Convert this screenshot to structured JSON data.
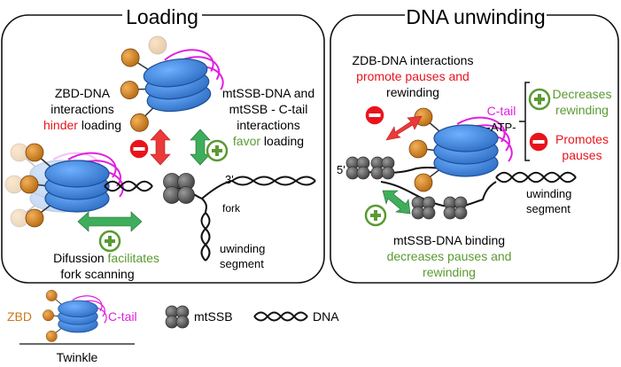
{
  "panels": {
    "loading": {
      "title": "Loading"
    },
    "unwinding": {
      "title": "DNA unwinding"
    }
  },
  "loading_labels": {
    "zbd_line1": "ZBD-DNA",
    "zbd_line2": "interactions",
    "zbd_effect": "hinder",
    "zbd_line3_suffix": " loading",
    "mtssb_line1": "mtSSB-DNA and",
    "mtssb_line2": "mtSSB - C-tail",
    "mtssb_line3": "interactions",
    "mtssb_effect": "favor",
    "mtssb_line4_suffix": " loading",
    "prime3": "3'",
    "fork": "fork",
    "uwinding": "uwinding",
    "segment": "segment",
    "diffusion": "Difussion ",
    "diffusion_effect": "facilitates",
    "fork_scanning": "fork scanning"
  },
  "unwinding_labels": {
    "zdb_line1": "ZDB-DNA interactions",
    "zdb_line2": "promote pauses and",
    "zdb_line3": "rewinding",
    "ctail": "C-tail",
    "atp": "-ATP-",
    "decreases": "Decreases",
    "rewinding_green": "rewinding",
    "promotes": "Promotes",
    "pauses_red": "pauses",
    "prime5": "5'",
    "uwinding": "uwinding",
    "segment": "segment",
    "binding_line1": "mtSSB-DNA binding",
    "binding_line2": "decreases pauses and",
    "binding_line3": "rewinding"
  },
  "legend": {
    "zbd": "ZBD",
    "ctail": "C-tail",
    "mtssb": "mtSSB",
    "dna": "DNA",
    "twinkle": "Twinkle"
  },
  "colors": {
    "red": "#e8141c",
    "green": "#5a9a32",
    "magenta": "#e020e0",
    "hexamer_blue": "#3a7fd5",
    "zbd_orange": "#c87a1c",
    "ssb_gray": "#6b6b6b",
    "arrow_red": "#ea3a3a",
    "arrow_green": "#3fae5a"
  },
  "icons": [
    "minus-circle-icon",
    "plus-circle-icon",
    "double-arrow-icon"
  ]
}
